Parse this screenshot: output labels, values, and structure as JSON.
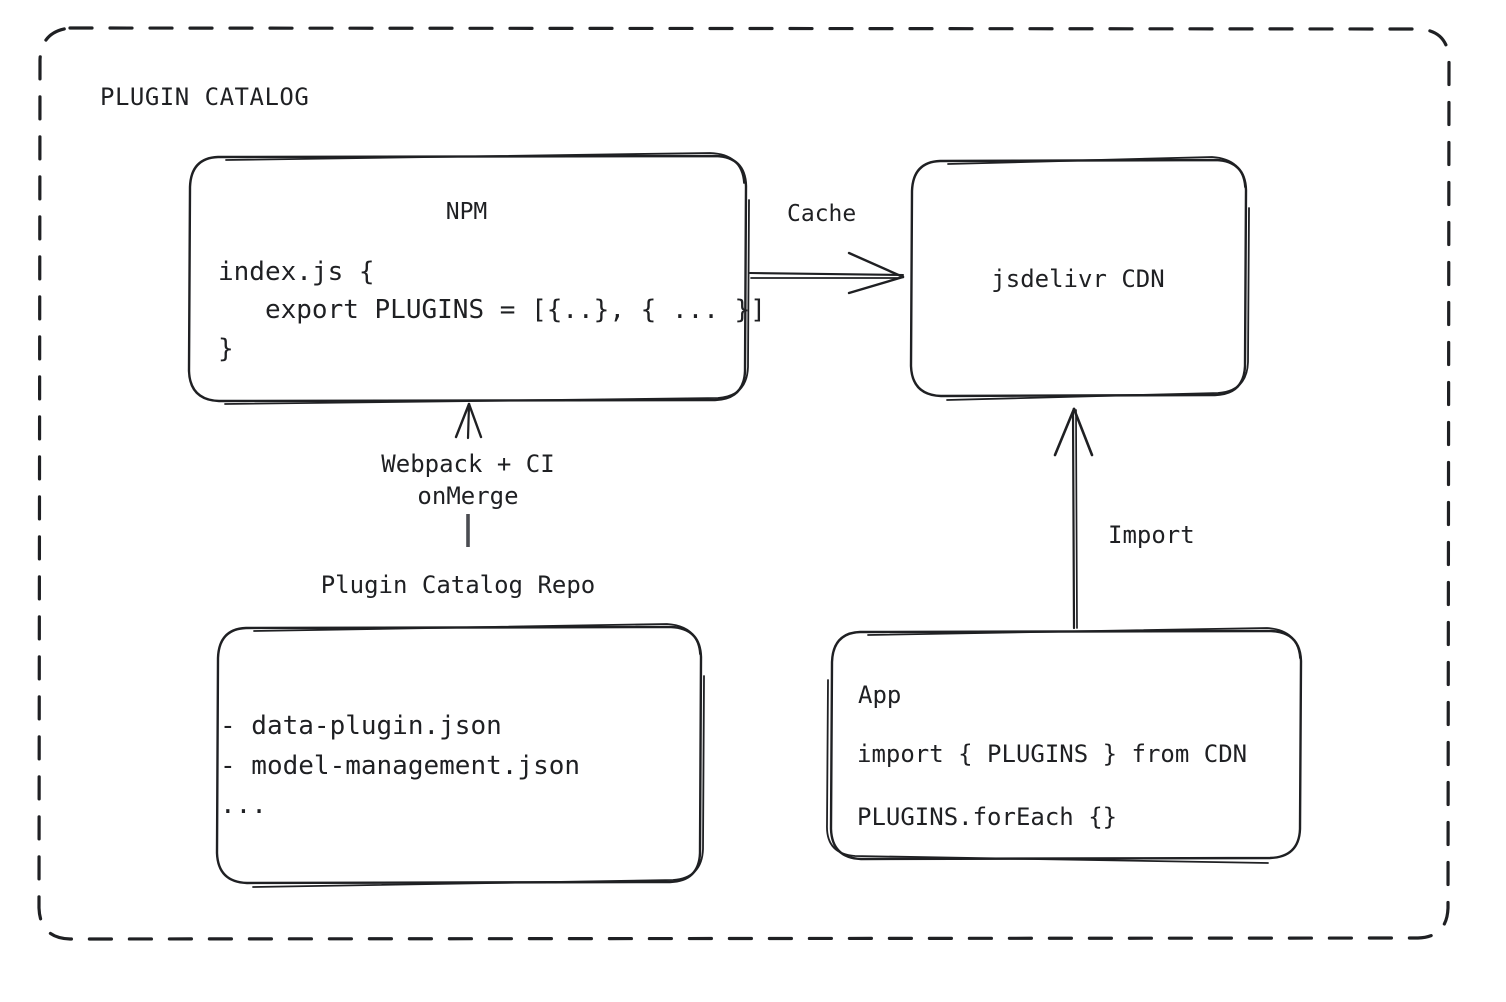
{
  "diagram": {
    "type": "architecture-flow",
    "title": "PLUGIN CATALOG",
    "stroke_color": "#1f2023",
    "background_color": "#ffffff",
    "container": {
      "label": "PLUGIN CATALOG",
      "border_style": "dashed",
      "name": "plugin-catalog-group"
    },
    "nodes": {
      "npm": {
        "title": "NPM",
        "code_lines": [
          "index.js {",
          "   export PLUGINS = [{..}, { ... }]",
          "}"
        ],
        "code_block": "index.js {\n   export PLUGINS = [{..}, { ... }]\n}"
      },
      "cdn": {
        "title": "jsdelivr CDN"
      },
      "repo": {
        "caption": "Plugin Catalog Repo",
        "file_lines": [
          "- data-plugin.json",
          "- model-management.json",
          "..."
        ],
        "file_block": "- data-plugin.json\n- model-management.json\n..."
      },
      "app": {
        "title": "App",
        "code_line_1": "import { PLUGINS } from CDN",
        "code_line_2": "PLUGINS.forEach {}"
      }
    },
    "edges": [
      {
        "id": "npm-to-cdn",
        "label": "Cache",
        "from": "npm",
        "to": "cdn",
        "direction": "right"
      },
      {
        "id": "repo-to-npm",
        "label": "Webpack + CI\nonMerge",
        "label_line_1": "Webpack + CI",
        "label_line_2": "onMerge",
        "from": "repo",
        "to": "npm",
        "direction": "up"
      },
      {
        "id": "app-to-cdn",
        "label": "Import",
        "from": "app",
        "to": "cdn",
        "direction": "up"
      }
    ]
  }
}
